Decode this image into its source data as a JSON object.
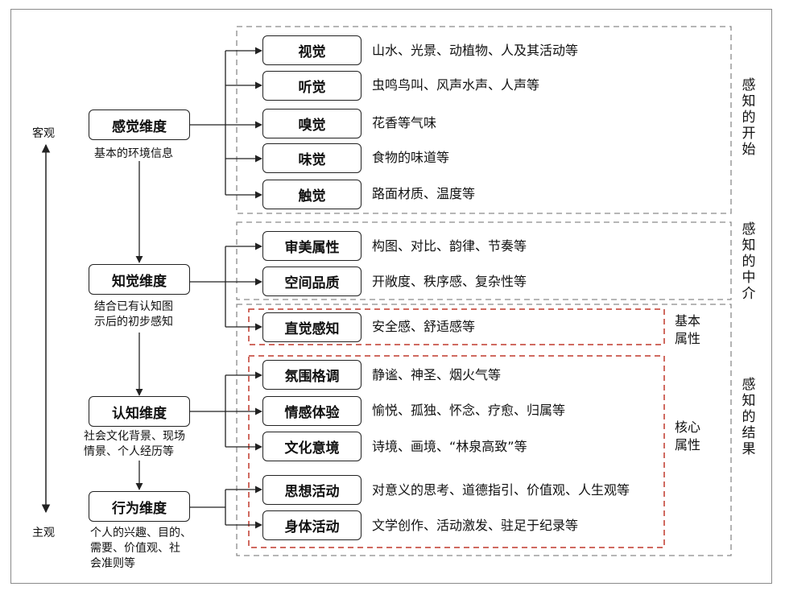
{
  "axis": {
    "top": "客观",
    "bottom": "主观"
  },
  "dimensions": [
    {
      "label": "感觉维度",
      "note": "基本的环境信息"
    },
    {
      "label": "知觉维度",
      "note": "结合已有认知图\n示后的初步感知"
    },
    {
      "label": "认知维度",
      "note": "社会文化背景、现场\n情景、个人经历等"
    },
    {
      "label": "行为维度",
      "note": "个人的兴趣、目的、\n需要、价值观、社\n会准则等"
    }
  ],
  "items": [
    {
      "label": "视觉",
      "desc": "山水、光景、动植物、人及其活动等"
    },
    {
      "label": "听觉",
      "desc": "虫鸣鸟叫、风声水声、人声等"
    },
    {
      "label": "嗅觉",
      "desc": "花香等气味"
    },
    {
      "label": "味觉",
      "desc": "食物的味道等"
    },
    {
      "label": "触觉",
      "desc": "路面材质、温度等"
    },
    {
      "label": "审美属性",
      "desc": "构图、对比、韵律、节奏等"
    },
    {
      "label": "空间品质",
      "desc": "开敞度、秩序感、复杂性等"
    },
    {
      "label": "直觉感知",
      "desc": "安全感、舒适感等"
    },
    {
      "label": "氛围格调",
      "desc": "静谧、神圣、烟火气等"
    },
    {
      "label": "情感体验",
      "desc": "愉悦、孤独、怀念、疗愈、归属等"
    },
    {
      "label": "文化意境",
      "desc": "诗境、画境、“林泉高致”等"
    },
    {
      "label": "思想活动",
      "desc": "对意义的思考、道德指引、价值观、人生观等"
    },
    {
      "label": "身体活动",
      "desc": "文学创作、活动激发、驻足于纪录等"
    }
  ],
  "groups": [
    {
      "label": "感知的开始"
    },
    {
      "label": "感知的中介"
    },
    {
      "label": "感知的结果"
    }
  ],
  "attributes": [
    {
      "label": "基本\n属性"
    },
    {
      "label": "核心\n属性"
    }
  ],
  "colors": {
    "line": "#222222",
    "group_border": "#8a8a8a",
    "attribute_border": "#c0392b"
  }
}
